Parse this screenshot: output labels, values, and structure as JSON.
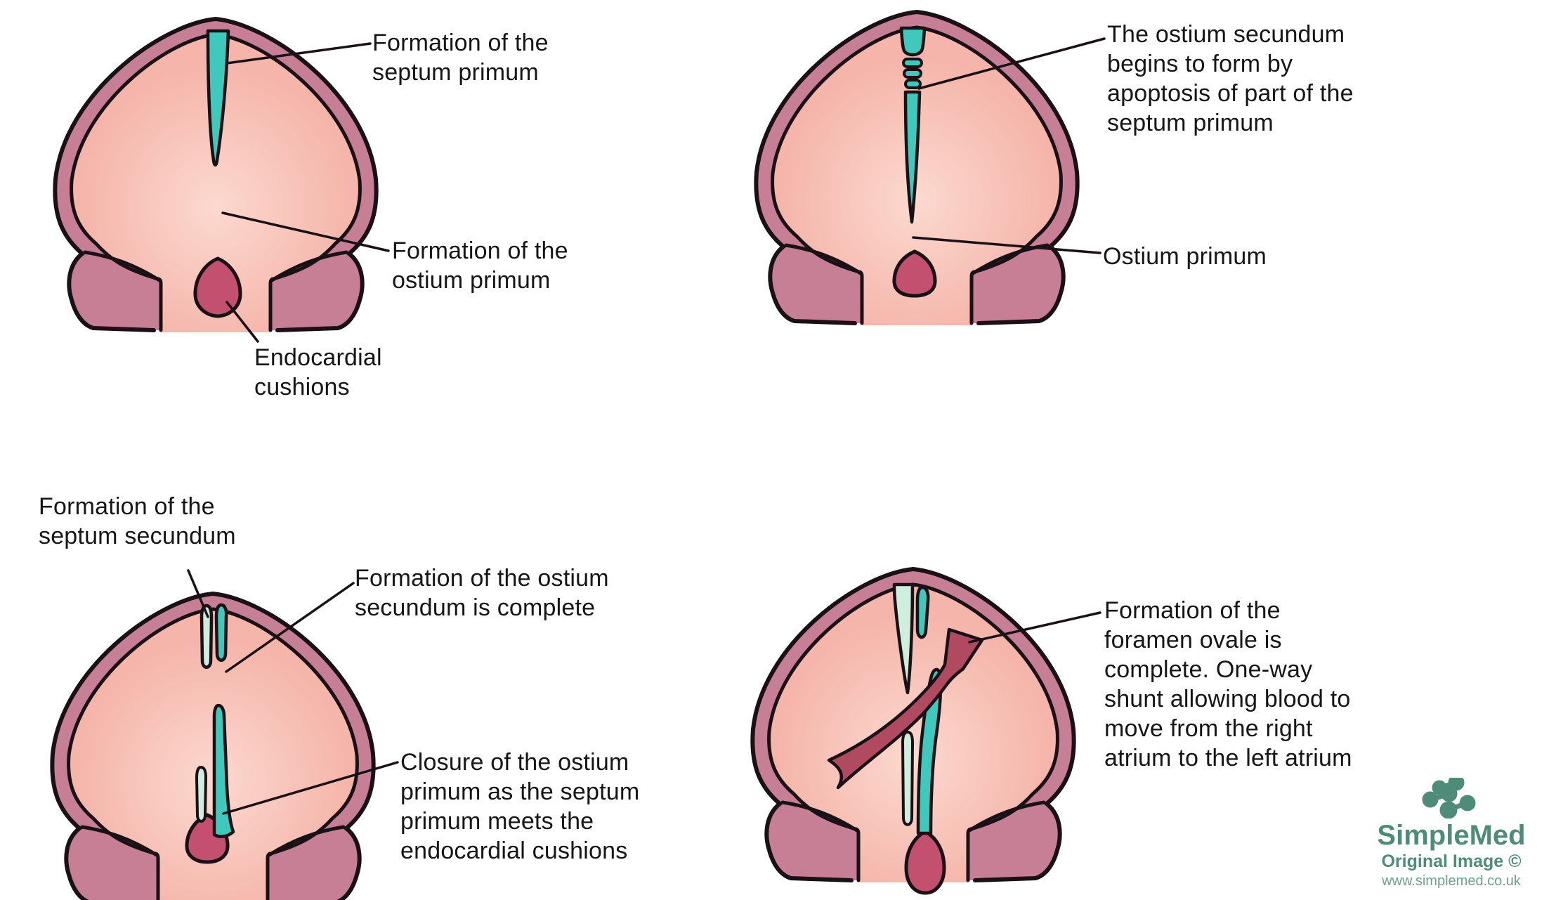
{
  "title": "Stages of atrial septum formation (embryology diagram)",
  "panels": [
    {
      "name": "stage-1",
      "caption_labels": [
        {
          "id": "septum-primum",
          "text": "Formation of the\nseptum primum"
        },
        {
          "id": "ostium-primum",
          "text": "Formation of the\nostium primum"
        },
        {
          "id": "endocardial-cushions",
          "text": "Endocardial\ncushions"
        }
      ]
    },
    {
      "name": "stage-2",
      "caption_labels": [
        {
          "id": "ostium-secundum-forming",
          "text": "The ostium secundum\nbegins to form by\napoptosis of part of the\nseptum primum"
        },
        {
          "id": "ostium-primum",
          "text": "Ostium primum"
        }
      ]
    },
    {
      "name": "stage-3",
      "caption_labels": [
        {
          "id": "septum-secundum",
          "text": "Formation of the\nseptum secundum"
        },
        {
          "id": "ostium-secundum-complete",
          "text": "Formation of the ostium\nsecundum is complete"
        },
        {
          "id": "ostium-primum-closure",
          "text": "Closure of the ostium\nprimum as the septum\nprimum meets the\nendocardial cushions"
        }
      ]
    },
    {
      "name": "stage-4",
      "caption_labels": [
        {
          "id": "foramen-ovale",
          "text": "Formation of the\nforamen ovale is\ncomplete. One-way\nshunt allowing blood to\nmove from the right\natrium to the left atrium"
        }
      ]
    }
  ],
  "watermark": {
    "brand": "SimpleMed",
    "credit": "Original Image ©",
    "url": "www.simplemed.co.uk"
  },
  "colors": {
    "background": "#ffffff",
    "outline": "#1a1116",
    "wall": "#c77f95",
    "atrium_edge": "#f5b5aa",
    "atrium_center": "#fcd9cf",
    "septum_teal": "#3fc9bc",
    "septum_mint": "#cfeede",
    "cushion": "#c4506f",
    "arrow": "#b04a60",
    "label_text": "#161616",
    "brand_green": "#4e8c79",
    "brand_url": "#6fa191"
  }
}
